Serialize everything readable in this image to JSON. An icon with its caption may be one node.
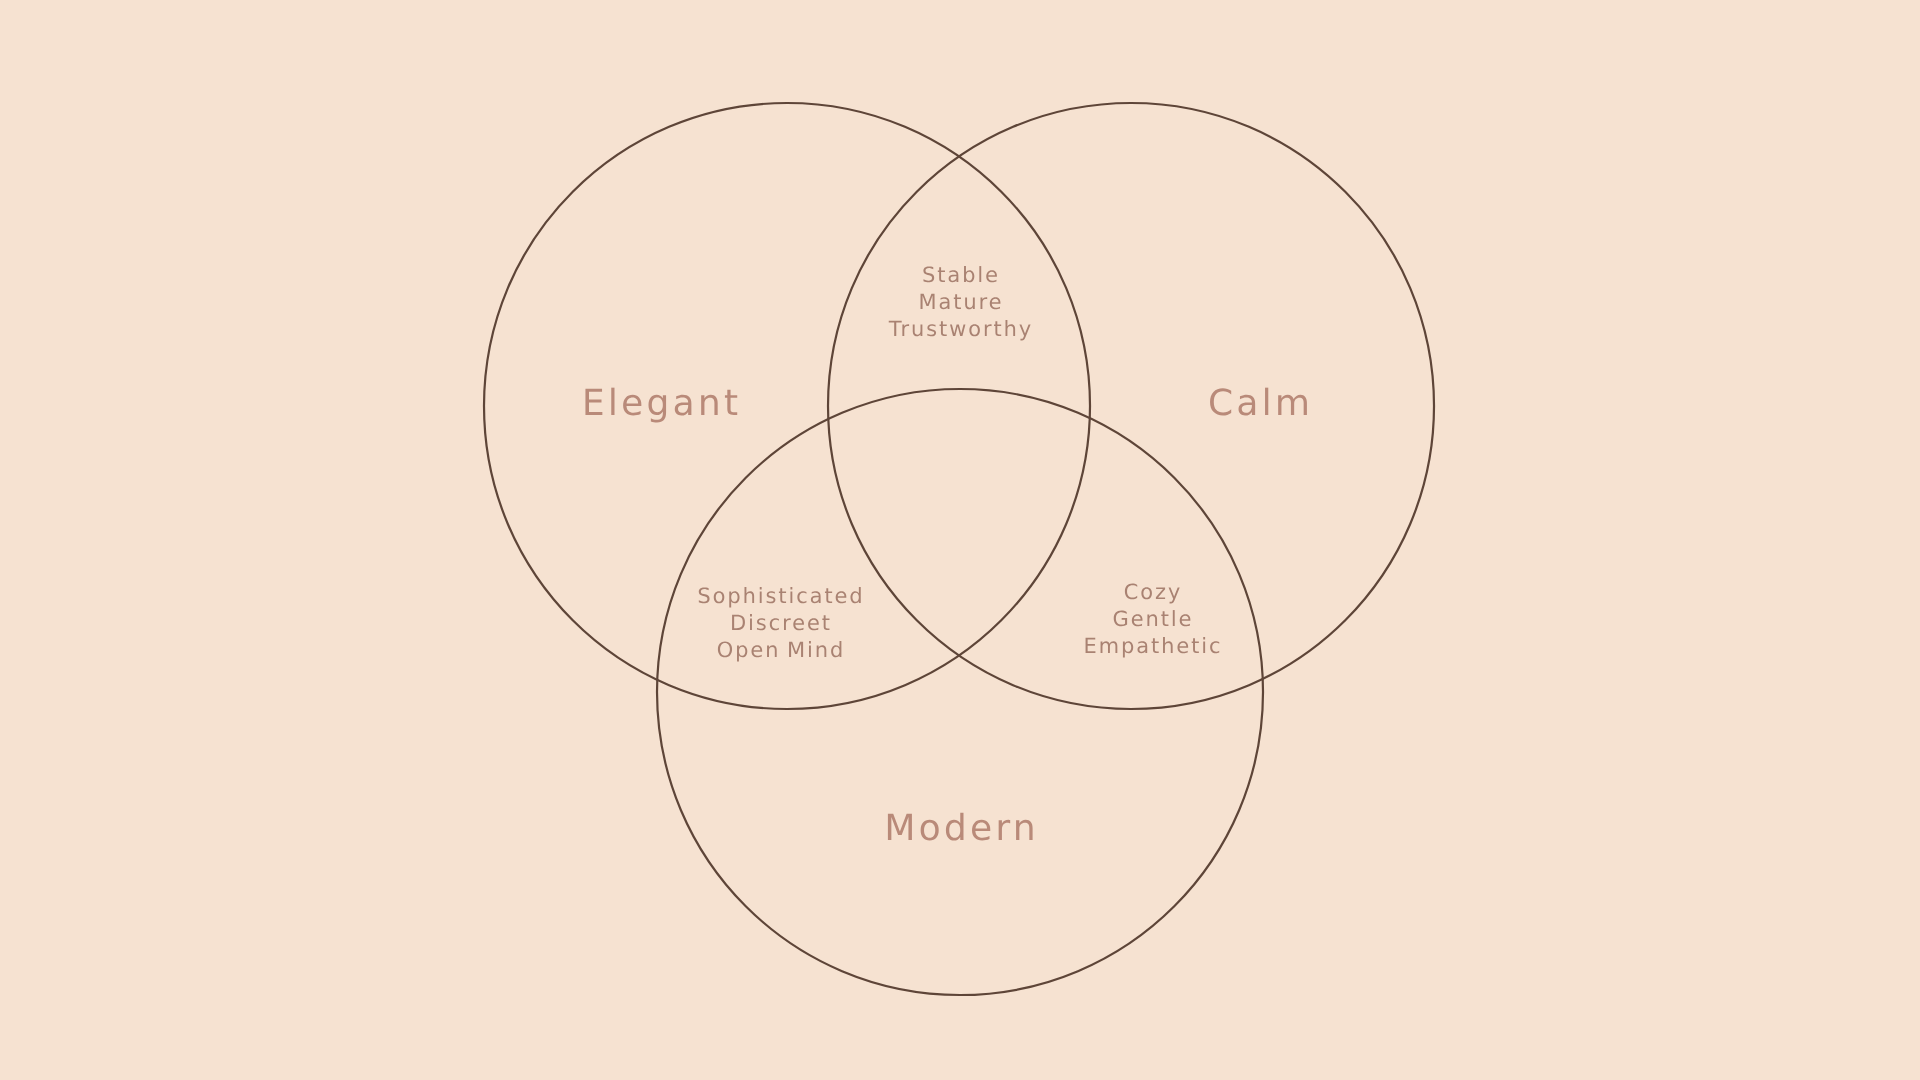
{
  "diagram": {
    "nodes": [
      {
        "text": [
          "Elegant"
        ]
      },
      {
        "text": [
          "Calm"
        ]
      },
      {
        "text": [
          "Modern"
        ]
      }
    ],
    "labels": [
      "Stable",
      "Mature",
      "Trustworthy",
      "Sophisticated",
      "Discreet",
      "Open Mind",
      "Cozy",
      "Gentle",
      "Empathetic"
    ]
  }
}
